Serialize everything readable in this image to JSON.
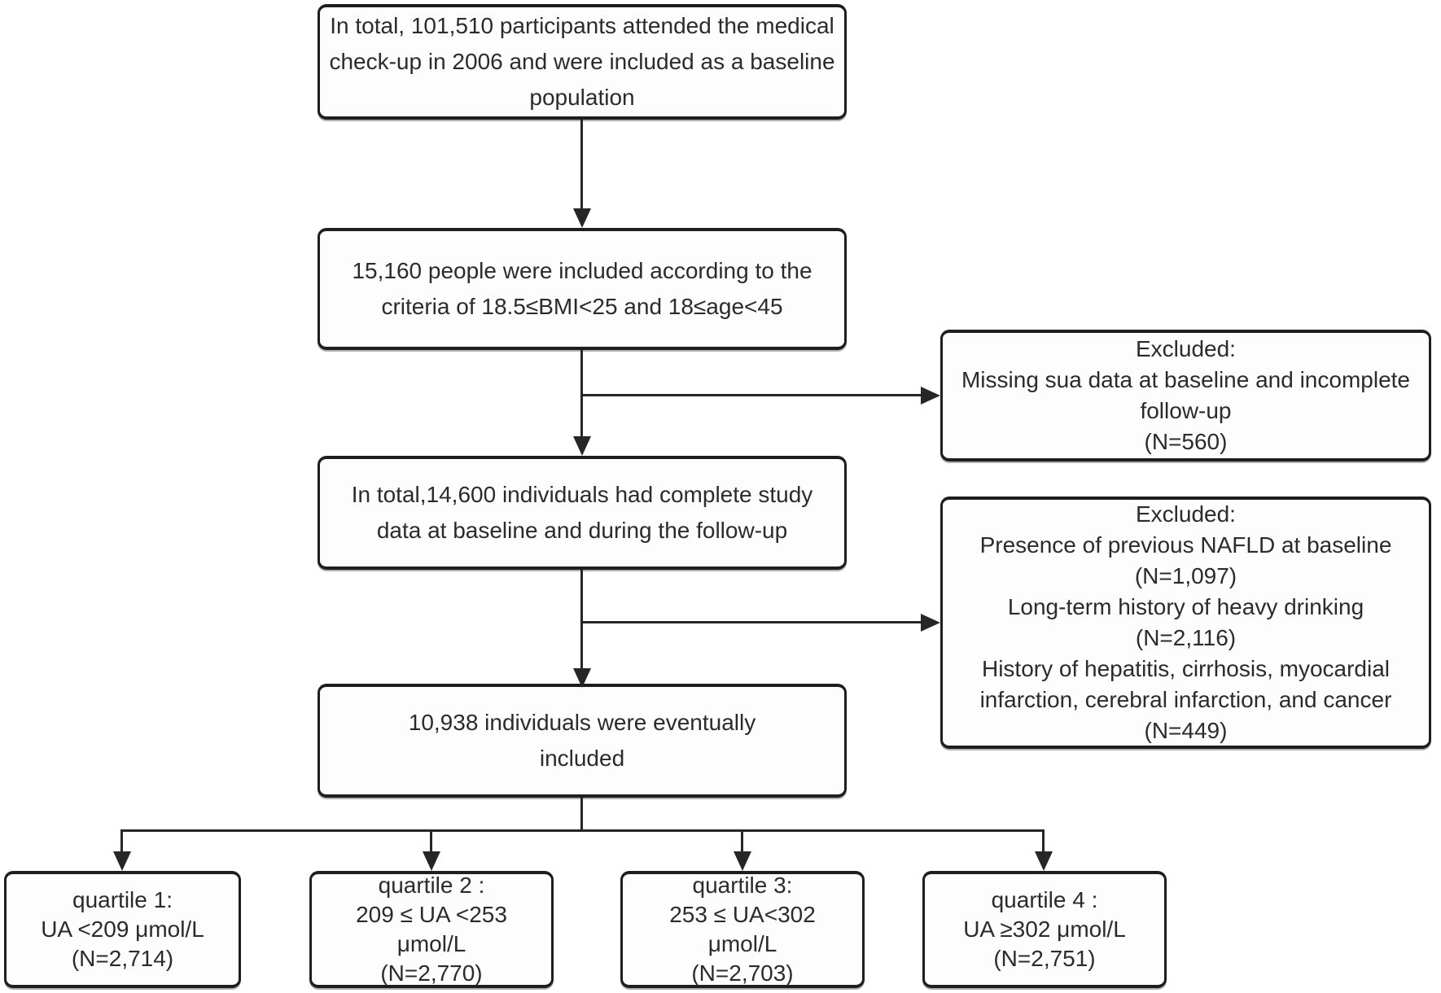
{
  "flowchart": {
    "title": "Study participant flow diagram",
    "nodes": {
      "baseline": {
        "text": "In total, 101,510 participants attended the medical\ncheck-up in 2006 and were included as a baseline\npopulation"
      },
      "criteria": {
        "text": "15,160 people were included according to the\ncriteria of 18.5≤BMI<25 and 18≤age<45"
      },
      "excluded1": {
        "text": "Excluded:\nMissing sua data at baseline and incomplete\nfollow-up\n(N=560)"
      },
      "complete": {
        "text": "In total,14,600 individuals had complete study\ndata at baseline and during the follow-up"
      },
      "excluded2": {
        "text": "Excluded:\nPresence of previous NAFLD at baseline\n(N=1,097)\nLong-term history of heavy drinking\n(N=2,116)\nHistory of hepatitis, cirrhosis, myocardial\ninfarction, cerebral infarction, and cancer\n(N=449)"
      },
      "final": {
        "text": "10,938 individuals were eventually\nincluded"
      },
      "quartile1": {
        "text": "quartile 1:\nUA <209 μmol/L\n(N=2,714)"
      },
      "quartile2": {
        "text": "quartile 2 :\n209 ≤ UA <253\nμmol/L\n(N=2,770)"
      },
      "quartile3": {
        "text": "quartile 3:\n253 ≤ UA<302\nμmol/L\n(N=2,703)"
      },
      "quartile4": {
        "text": "quartile 4 :\nUA ≥302 μmol/L\n(N=2,751)"
      }
    },
    "colors": {
      "border": "#1e1e1e",
      "line": "#262626",
      "text": "#2b2b2b",
      "background": "#ffffff"
    }
  }
}
